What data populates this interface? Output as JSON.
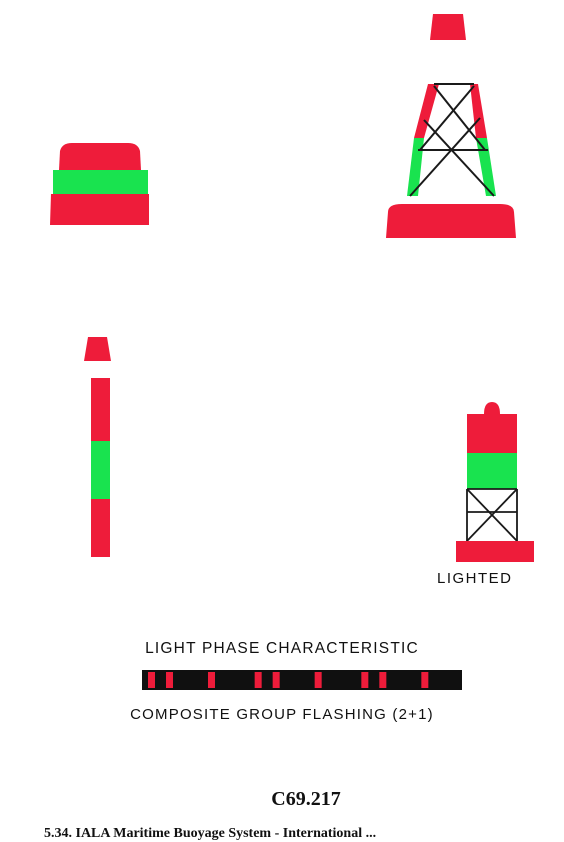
{
  "labels": {
    "lighted": "LIGHTED",
    "phase_title": "LIGHT PHASE CHARACTERISTIC",
    "flash_caption": "COMPOSITE GROUP FLASHING (2+1)",
    "ref_code": "C69.217",
    "fig_caption": "5.34. IALA Maritime Buoyage System - International ..."
  },
  "colors": {
    "red": "#ee1c3a",
    "green": "#19e34f",
    "outline": "#1a1a1a",
    "flash_bar": "#101010"
  },
  "buoys": [
    {
      "id": "can-buoy",
      "shape": "can",
      "bands": [
        "red",
        "green",
        "red"
      ]
    },
    {
      "id": "lattice-tower-buoy",
      "shape": "tower",
      "bands": [
        "red",
        "green"
      ]
    },
    {
      "id": "spar-buoy",
      "shape": "spar",
      "bands": [
        "red",
        "green",
        "red"
      ]
    },
    {
      "id": "pillar-buoy",
      "shape": "pillar",
      "bands": [
        "red",
        "green"
      ],
      "lighted": true
    }
  ],
  "light_phase": {
    "pattern": "2+1",
    "flashes_per_group": [
      2,
      1
    ],
    "groups_shown": 3
  }
}
